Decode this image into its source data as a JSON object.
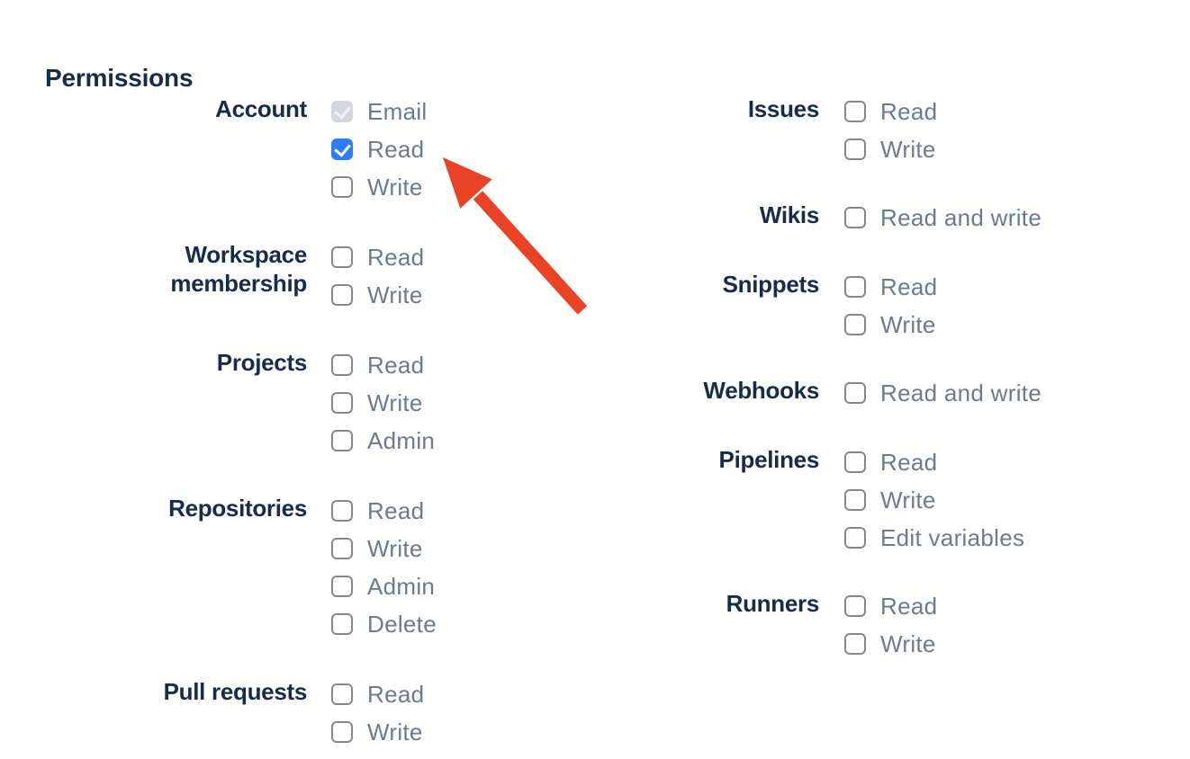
{
  "permissions": {
    "heading": "Permissions",
    "columns": [
      {
        "groups": [
          {
            "label": "Account",
            "options": [
              {
                "label": "Email",
                "checked": true,
                "disabled": true
              },
              {
                "label": "Read",
                "checked": true,
                "disabled": false
              },
              {
                "label": "Write",
                "checked": false,
                "disabled": false
              }
            ]
          },
          {
            "label": "Workspace membership",
            "options": [
              {
                "label": "Read",
                "checked": false,
                "disabled": false
              },
              {
                "label": "Write",
                "checked": false,
                "disabled": false
              }
            ]
          },
          {
            "label": "Projects",
            "options": [
              {
                "label": "Read",
                "checked": false,
                "disabled": false
              },
              {
                "label": "Write",
                "checked": false,
                "disabled": false
              },
              {
                "label": "Admin",
                "checked": false,
                "disabled": false
              }
            ]
          },
          {
            "label": "Repositories",
            "options": [
              {
                "label": "Read",
                "checked": false,
                "disabled": false
              },
              {
                "label": "Write",
                "checked": false,
                "disabled": false
              },
              {
                "label": "Admin",
                "checked": false,
                "disabled": false
              },
              {
                "label": "Delete",
                "checked": false,
                "disabled": false
              }
            ]
          },
          {
            "label": "Pull requests",
            "options": [
              {
                "label": "Read",
                "checked": false,
                "disabled": false
              },
              {
                "label": "Write",
                "checked": false,
                "disabled": false
              }
            ]
          }
        ]
      },
      {
        "groups": [
          {
            "label": "Issues",
            "options": [
              {
                "label": "Read",
                "checked": false,
                "disabled": false
              },
              {
                "label": "Write",
                "checked": false,
                "disabled": false
              }
            ]
          },
          {
            "label": "Wikis",
            "options": [
              {
                "label": "Read and write",
                "checked": false,
                "disabled": false
              }
            ]
          },
          {
            "label": "Snippets",
            "options": [
              {
                "label": "Read",
                "checked": false,
                "disabled": false
              },
              {
                "label": "Write",
                "checked": false,
                "disabled": false
              }
            ]
          },
          {
            "label": "Webhooks",
            "options": [
              {
                "label": "Read and write",
                "checked": false,
                "disabled": false
              }
            ]
          },
          {
            "label": "Pipelines",
            "options": [
              {
                "label": "Read",
                "checked": false,
                "disabled": false
              },
              {
                "label": "Write",
                "checked": false,
                "disabled": false
              },
              {
                "label": "Edit variables",
                "checked": false,
                "disabled": false
              }
            ]
          },
          {
            "label": "Runners",
            "options": [
              {
                "label": "Read",
                "checked": false,
                "disabled": false
              },
              {
                "label": "Write",
                "checked": false,
                "disabled": false
              }
            ]
          }
        ]
      }
    ]
  },
  "arrow": {
    "color": "#E94226",
    "points_to": "Account Read checkbox"
  },
  "colors": {
    "heading_text": "#172B4D",
    "group_label_text": "#172B4D",
    "option_label_text": "#6D7A8E",
    "checkbox_checked_blue": "#2D7DF6",
    "checkbox_border_grey": "#85878B",
    "checkbox_disabled_fill": "#D4D7DB",
    "background": "#FFFFFF"
  }
}
